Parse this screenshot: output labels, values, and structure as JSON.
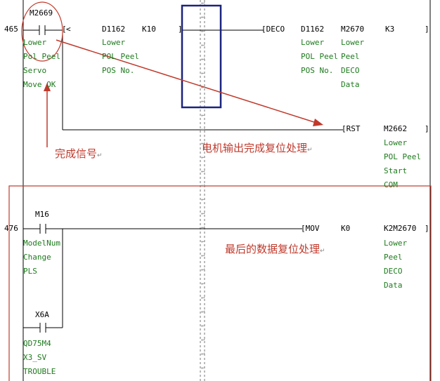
{
  "rungs": [
    {
      "step": "465",
      "contact_m2669": {
        "device": "M2669",
        "comment": [
          "Lower",
          "Pol Peel",
          "Servo",
          "Move OK"
        ]
      },
      "compare": {
        "op": "<",
        "s1": "D1162",
        "s1_comment": [
          "Lower",
          "POL Peel",
          "POS No."
        ],
        "s2": "K10"
      },
      "deco": {
        "op": "DECO",
        "s": "D1162",
        "s_comment": [
          "Lower",
          "POL Peel",
          "POS No."
        ],
        "d": "M2670",
        "d_comment": [
          "Lower",
          "Peel",
          "DECO",
          "Data"
        ],
        "n": "K3"
      },
      "rst": {
        "op": "RST",
        "d": "M2662",
        "d_comment": [
          "Lower",
          "POL Peel",
          "Start",
          "COM"
        ]
      }
    },
    {
      "step": "476",
      "contact_m16": {
        "device": "M16",
        "comment": [
          "ModelNum",
          "Change",
          "PLS"
        ]
      },
      "contact_x6a": {
        "device": "X6A",
        "comment": [
          "QD75M4",
          "X3_SV",
          "TROUBLE"
        ]
      },
      "mov": {
        "op": "MOV",
        "s": "K0",
        "d": "K2M2670",
        "d_comment": [
          "Lower",
          "Peel",
          "DECO",
          "Data"
        ]
      }
    }
  ],
  "annotations": {
    "done_signal": "完成信号",
    "motor_reset": "电机输出完成复位处理",
    "final_reset": "最后的数据复位处理"
  },
  "return_mark": "↵",
  "colors": {
    "comment": "#1e7a1e",
    "annotation": "#c0392b",
    "highlight_box": "#1a237e",
    "callout_box": "#c0392b"
  }
}
